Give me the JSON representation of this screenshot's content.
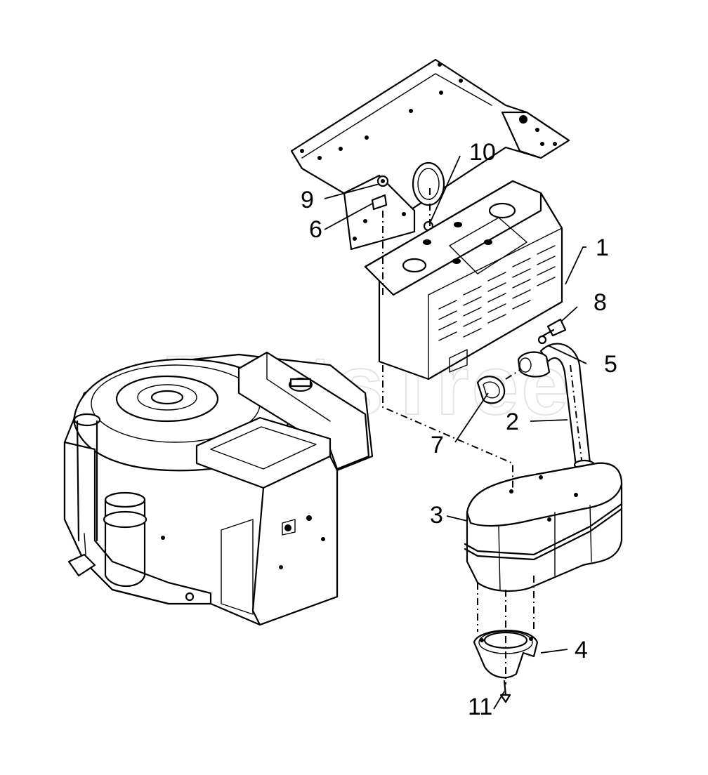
{
  "watermark": "PartsTree",
  "callouts": [
    {
      "id": "1",
      "label": "1"
    },
    {
      "id": "2",
      "label": "2"
    },
    {
      "id": "3",
      "label": "3"
    },
    {
      "id": "4",
      "label": "4"
    },
    {
      "id": "5",
      "label": "5"
    },
    {
      "id": "6",
      "label": "6"
    },
    {
      "id": "7",
      "label": "7"
    },
    {
      "id": "8",
      "label": "8"
    },
    {
      "id": "9",
      "label": "9"
    },
    {
      "id": "10",
      "label": "10"
    },
    {
      "id": "11",
      "label": "11"
    }
  ]
}
